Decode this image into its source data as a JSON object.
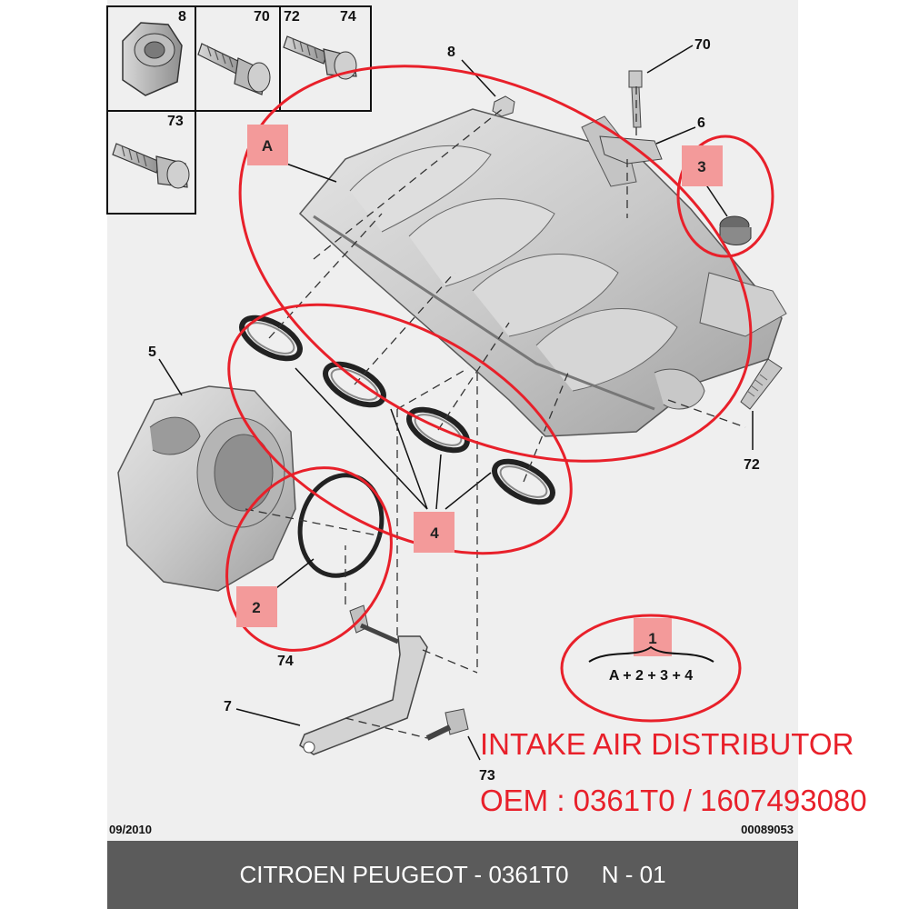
{
  "diagram": {
    "callouts": {
      "c8_box": "8",
      "c70_box": "70",
      "c72_box": "72",
      "c74_box": "74",
      "c73_box": "73",
      "c8": "8",
      "c70": "70",
      "c6": "6",
      "c5": "5",
      "c72": "72",
      "c74": "74",
      "c7": "7",
      "c73": "73"
    },
    "group_labels": {
      "A": "A",
      "2": "2",
      "3": "3",
      "4": "4",
      "1": "1"
    },
    "formula": "A + 2 + 3 + 4",
    "date_code": "09/2010",
    "doc_code": "00089053"
  },
  "annotation": {
    "title": "INTAKE AIR DISTRIBUTOR",
    "oem": "OEM : 0361T0 / 1607493080"
  },
  "footer": {
    "text": "CITROEN PEUGEOT - 0361T0     N - 01"
  },
  "colors": {
    "annotation_red": "#e8202a",
    "label_fill": "#f39a9a",
    "footer_bg": "#5b5b5b",
    "paper_bg": "#efefef"
  }
}
